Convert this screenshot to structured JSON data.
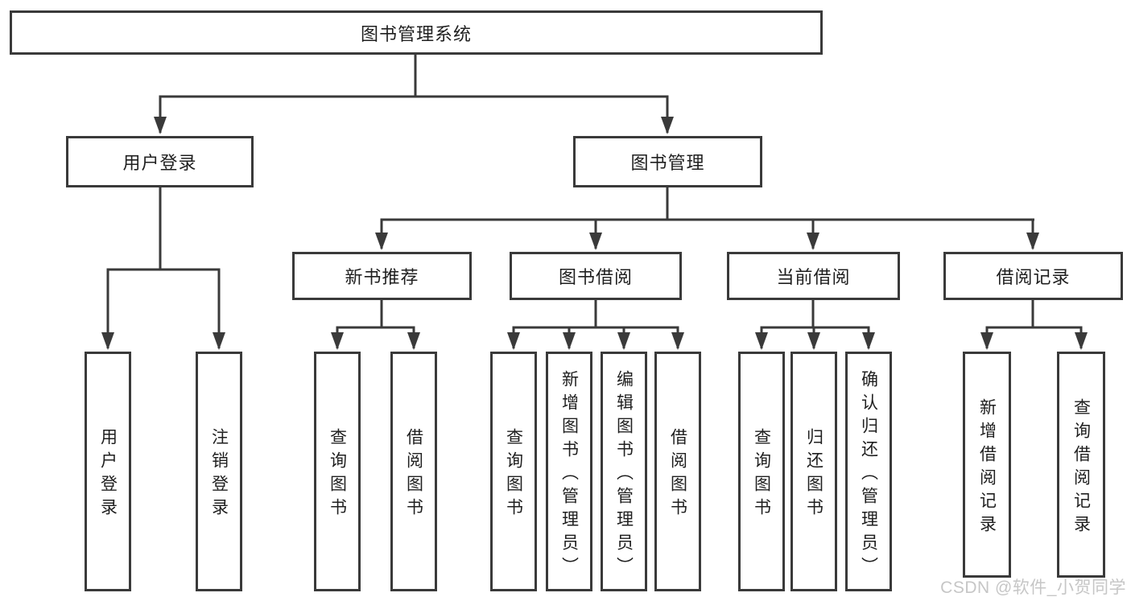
{
  "tree": {
    "label": "图书管理系统",
    "children": [
      {
        "label": "用户登录",
        "children": [
          {
            "label": "用户登录"
          },
          {
            "label": "注销登录"
          }
        ]
      },
      {
        "label": "图书管理",
        "children": [
          {
            "label": "新书推荐",
            "children": [
              {
                "label": "查询图书"
              },
              {
                "label": "借阅图书"
              }
            ]
          },
          {
            "label": "图书借阅",
            "children": [
              {
                "label": "查询图书"
              },
              {
                "label": "新增图书（管理员）"
              },
              {
                "label": "编辑图书（管理员）"
              },
              {
                "label": "借阅图书"
              }
            ]
          },
          {
            "label": "当前借阅",
            "children": [
              {
                "label": "查询图书"
              },
              {
                "label": "归还图书"
              },
              {
                "label": "确认归还（管理员）"
              }
            ]
          },
          {
            "label": "借阅记录",
            "children": [
              {
                "label": "新增借阅记录"
              },
              {
                "label": "查询借阅记录"
              }
            ]
          }
        ]
      }
    ]
  },
  "watermark": "CSDN @软件_小贺同学",
  "colors": {
    "line": "#3a3a3a",
    "text": "#1f1f1f",
    "watermark": "#c6c6c6",
    "background": "#ffffff"
  }
}
